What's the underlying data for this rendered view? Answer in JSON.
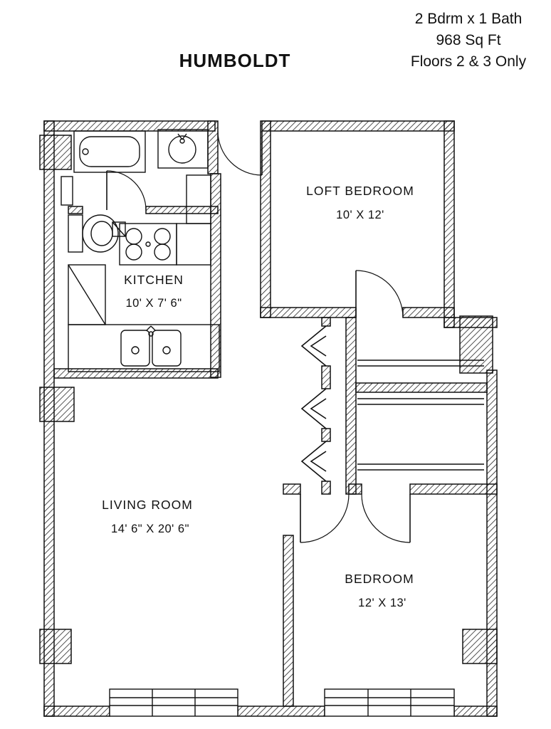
{
  "header": {
    "title": "HUMBOLDT",
    "info_line_1": "2 Bdrm x 1 Bath",
    "info_line_2": "968 Sq Ft",
    "info_line_3": "Floors 2 & 3 Only"
  },
  "rooms": {
    "loft_bedroom": {
      "name": "LOFT BEDROOM",
      "dims": "10' X 12'"
    },
    "kitchen": {
      "name": "KITCHEN",
      "dims": "10' X 7' 6\""
    },
    "living_room": {
      "name": "LIVING ROOM",
      "dims": "14' 6\" X 20' 6\""
    },
    "bedroom": {
      "name": "BEDROOM",
      "dims": "12' X 13'"
    }
  },
  "colors": {
    "ink": "#111111",
    "paper": "#ffffff"
  }
}
